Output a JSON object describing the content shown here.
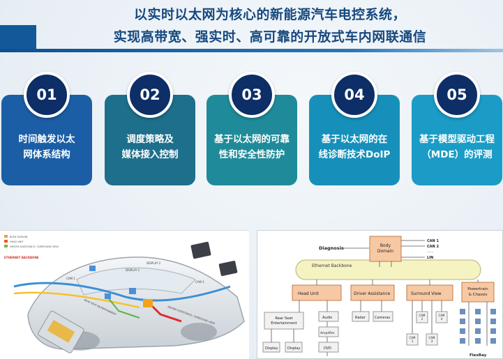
{
  "header": {
    "title_line1": "以实时以太网为核心的新能源汽车电控系统，",
    "title_line2": "实现高带宽、强实时、高可靠的开放式车内网联通信"
  },
  "cards": [
    {
      "number": "01",
      "label": "时间触发以太\n网体系结构",
      "color": "#1b5ea6"
    },
    {
      "number": "02",
      "label": "调度策略及\n媒体接入控制",
      "color": "#1e6f8b"
    },
    {
      "number": "03",
      "label": "基于以太网的可靠\n性和安全性防护",
      "color": "#1f8b9a"
    },
    {
      "number": "04",
      "label": "基于以太网的在\n线诊断技术DoIP",
      "color": "#1690ba"
    },
    {
      "number": "05",
      "label": "基于模型驱动工程\n（MDE）的评测",
      "color": "#1b9cc6"
    }
  ],
  "car_image": {
    "legend": [
      "BODY DOMAIN",
      "HEAD UNIT",
      "DRIVER ASSISTANCE / SURROUND VIEW"
    ],
    "backbone_label": "ETHERNET BACKBONE",
    "labels": [
      "CAM 1",
      "DISPLAY 1",
      "DISPLAY 2",
      "REAR SEAT ENTERTAINMENT",
      "DRIVER ASSISTANCE / SURROUND VIEW",
      "CAM 2"
    ]
  },
  "network_diagram": {
    "diagnosis": "Diagnosis",
    "body_domain": "Body\nDomain",
    "bus_labels": [
      "CAN 1",
      "CAN 2",
      "......",
      "LIN"
    ],
    "backbone": "Ethernet Backbone",
    "domains": [
      "Head Unit",
      "Driver Assistance",
      "Surround View",
      "Powertrain\n& Chassis"
    ],
    "rear_seat": "Rear Seat\nEntertainment",
    "displays": [
      "Display",
      "Display"
    ],
    "head_unit_devices": [
      "Audio",
      "Amplifier",
      "DVD"
    ],
    "driver_assist_devices": [
      "Radar",
      "Cameras"
    ],
    "cams": [
      "CAM\n1",
      "CAM\n2",
      "CAM\n3",
      "CAM\n4"
    ],
    "flexray": "FlexRay"
  }
}
